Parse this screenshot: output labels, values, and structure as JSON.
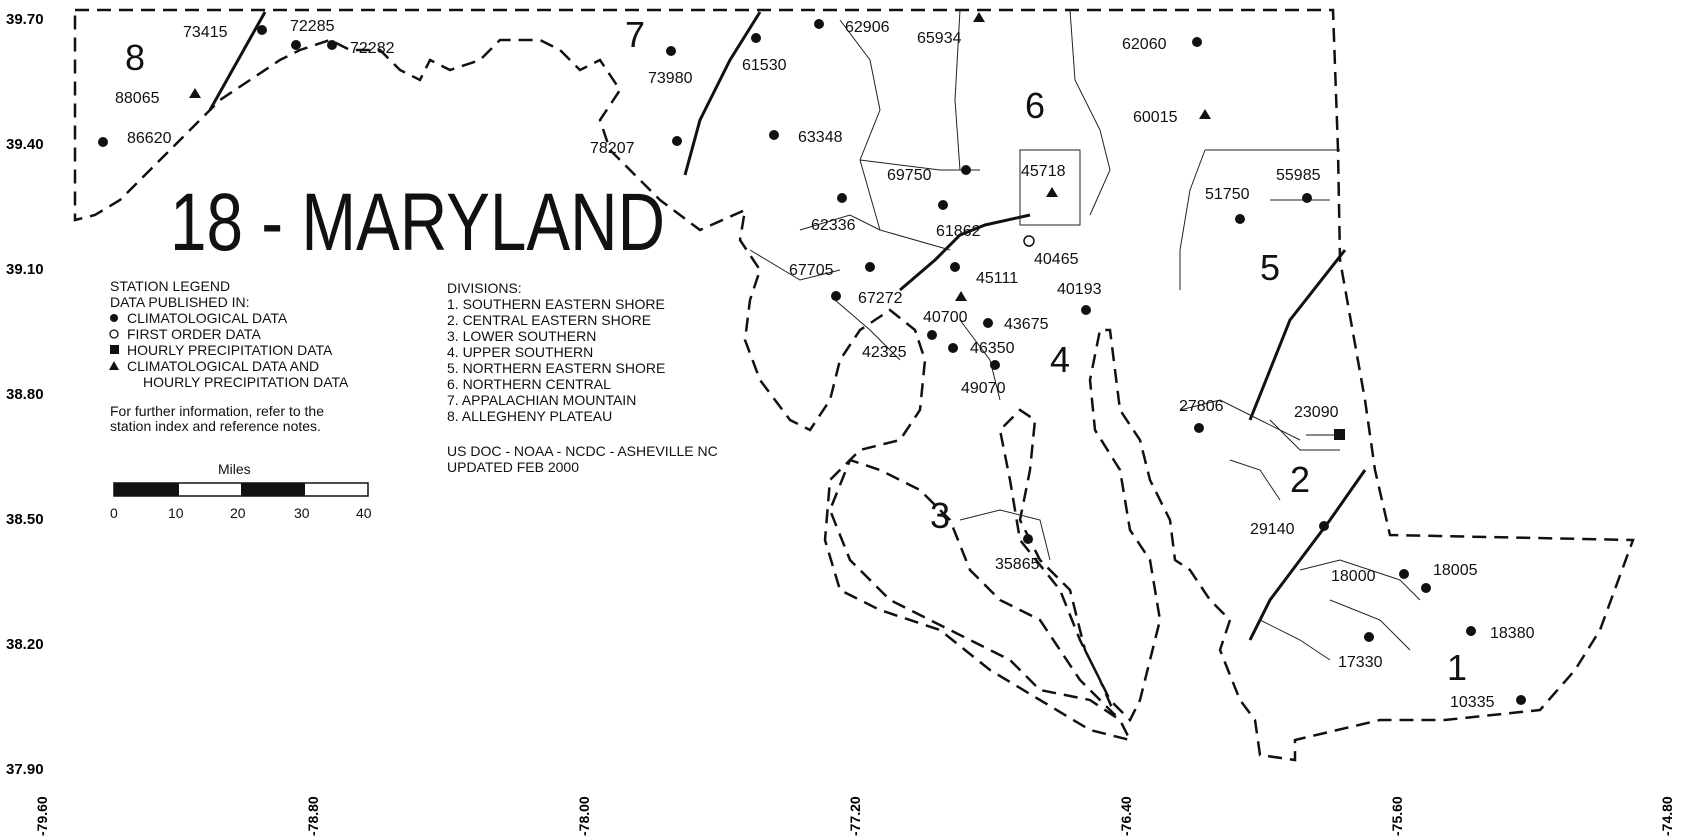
{
  "map": {
    "title": "18 - MARYLAND",
    "y_axis_labels": [
      "39.70",
      "39.40",
      "39.10",
      "38.80",
      "38.50",
      "38.20",
      "37.90"
    ],
    "x_axis_labels": [
      "-79.60",
      "-78.80",
      "-78.00",
      "-77.20",
      "-76.40",
      "-75.60",
      "-74.80"
    ],
    "division_numbers": [
      "1",
      "2",
      "3",
      "4",
      "5",
      "6",
      "7",
      "8"
    ],
    "station_legend": {
      "heading1": "STATION LEGEND",
      "heading2": "DATA PUBLISHED IN:",
      "items": [
        {
          "symbol": "climatological",
          "label": "CLIMATOLOGICAL DATA"
        },
        {
          "symbol": "first-order",
          "label": "FIRST ORDER DATA"
        },
        {
          "symbol": "hourly-precip",
          "label": "HOURLY PRECIPITATION DATA"
        },
        {
          "symbol": "clim-and-hourly",
          "label": "CLIMATOLOGICAL DATA AND"
        }
      ],
      "item4_line2": "HOURLY PRECIPITATION DATA",
      "note_line1": "For further information, refer to the",
      "note_line2": "station index and reference notes."
    },
    "scale": {
      "title": "Miles",
      "ticks": [
        "0",
        "10",
        "20",
        "30",
        "40"
      ]
    },
    "divisions_legend": {
      "heading": "DIVISIONS:",
      "items": [
        "1.  SOUTHERN EASTERN SHORE",
        "2.  CENTRAL EASTERN SHORE",
        "3.  LOWER SOUTHERN",
        "4.  UPPER SOUTHERN",
        "5.  NORTHERN EASTERN SHORE",
        "6.  NORTHERN CENTRAL",
        "7.  APPALACHIAN MOUNTAIN",
        "8.  ALLEGHENY PLATEAU"
      ],
      "credit1": "US DOC - NOAA - NCDC - ASHEVILLE NC",
      "credit2": "UPDATED FEB 2000"
    },
    "stations": [
      "73415",
      "72285",
      "72282",
      "88065",
      "86620",
      "73980",
      "78207",
      "61530",
      "62906",
      "65934",
      "63348",
      "62060",
      "60015",
      "69750",
      "45718",
      "61862",
      "55985",
      "51750",
      "62336",
      "40465",
      "67705",
      "45111",
      "40193",
      "67272",
      "40700",
      "43675",
      "42325",
      "46350",
      "49070",
      "27806",
      "23090",
      "29140",
      "35865",
      "18000",
      "18005",
      "18380",
      "17330",
      "10335"
    ]
  }
}
